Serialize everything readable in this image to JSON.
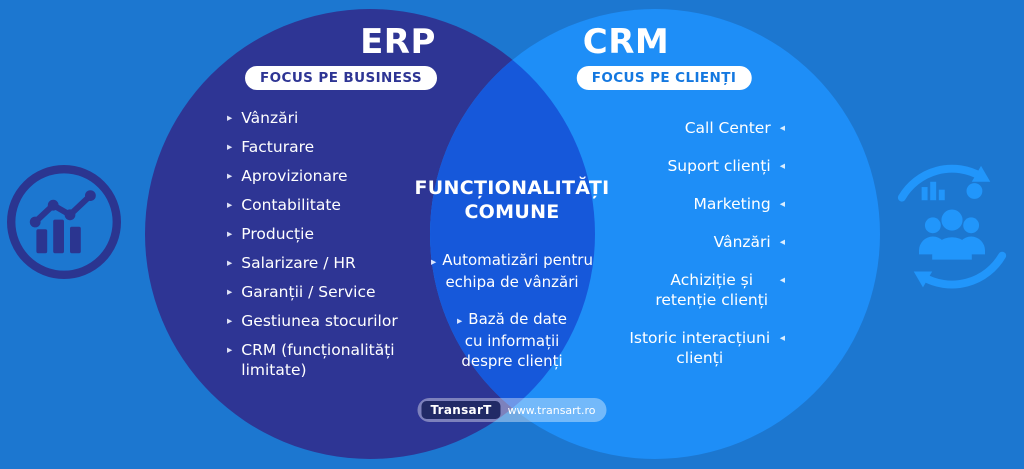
{
  "colors": {
    "background": "#1c77d0",
    "erp_circle": "#2e3594",
    "crm_circle": "#1e8ef7",
    "overlap": "#1658da",
    "badge_bg": "#ffffff"
  },
  "erp": {
    "title": "ERP",
    "badge": "FOCUS PE BUSINESS",
    "items": [
      "Vânzări",
      "Facturare",
      "Aprovizionare",
      "Contabilitate",
      "Producție",
      "Salarizare / HR",
      "Garanții / Service",
      "Gestiunea stocurilor",
      "CRM (funcționalități limitate)"
    ]
  },
  "crm": {
    "title": "CRM",
    "badge": "FOCUS PE CLIENȚI",
    "items": [
      "Call Center",
      "Suport clienți",
      "Marketing",
      "Vânzări",
      "Achiziție și retenție clienți",
      "Istoric interacțiuni clienți"
    ]
  },
  "common": {
    "title": "FUNCȚIONALITĂȚI COMUNE",
    "items": [
      "Automatizări pentru echipa de vânzări",
      "Bază de date cu informații despre clienți"
    ]
  },
  "footer": {
    "logo": "TransarT",
    "url": "www.transart.ro"
  },
  "icons": {
    "bullet_right": "▸",
    "bullet_left": "◂",
    "left_icon": "bar-line-chart-icon",
    "right_icon": "customers-cycle-icon"
  }
}
